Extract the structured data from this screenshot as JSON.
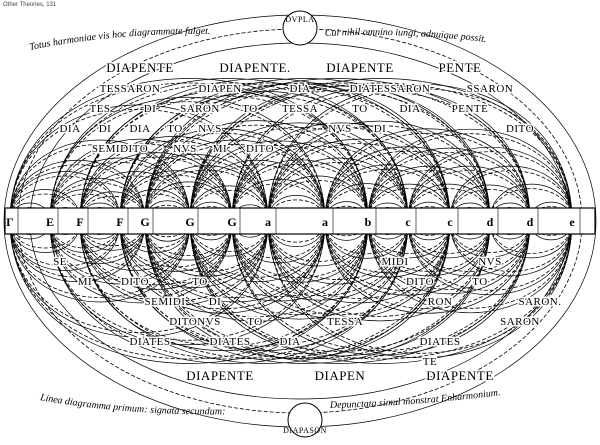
{
  "corner_caption": "Other Theories, 131",
  "banners": {
    "top_seal": "DVPLA",
    "bottom_seal": "DIAPASON",
    "top_left": "Totus harmoniae vis hoc diagrammate fulget.",
    "top_right": "Cui nihil omnino iungi, adnuique possit.",
    "bottom_left": "Linea diagramma primum: signata secundum:",
    "bottom_right": "Depunctata simul monstrat Enharmonium."
  },
  "notes": [
    "Γ",
    "E",
    "F",
    "F",
    "G",
    "G",
    "G",
    "a",
    "a",
    "b",
    "c",
    "c",
    "d",
    "d",
    "e"
  ],
  "upper_labels": [
    "DIAPENTE.",
    "DIAPENTE",
    "DIAPENTE",
    "DIAPEN",
    "PENTE",
    "TESSARON",
    "DIA",
    "DIATESSARON",
    "SSARON",
    "TES",
    "DI",
    "SARON",
    "TO",
    "TESSA",
    "DIA",
    "DI",
    "DIA",
    "TO",
    "NVS",
    "SEMIDITO",
    "NVS",
    "MI",
    "DITO",
    "NVS",
    "DI",
    "DIA",
    "TO",
    "PENTE",
    "DITO"
  ],
  "lower_labels": [
    "SE",
    "MI",
    "DITO",
    "SEMIDI",
    "TO",
    "DI",
    "DITONVS",
    "TO",
    "MIDI",
    "DITO",
    "RON",
    "TO",
    "NVS",
    "SARON.",
    "SARON",
    "TESSA",
    "DIATES",
    "DIATES",
    "DIATES",
    "DIA",
    "DIAPENTE",
    "DIAPEN",
    "DIAPENTE",
    "TE"
  ]
}
